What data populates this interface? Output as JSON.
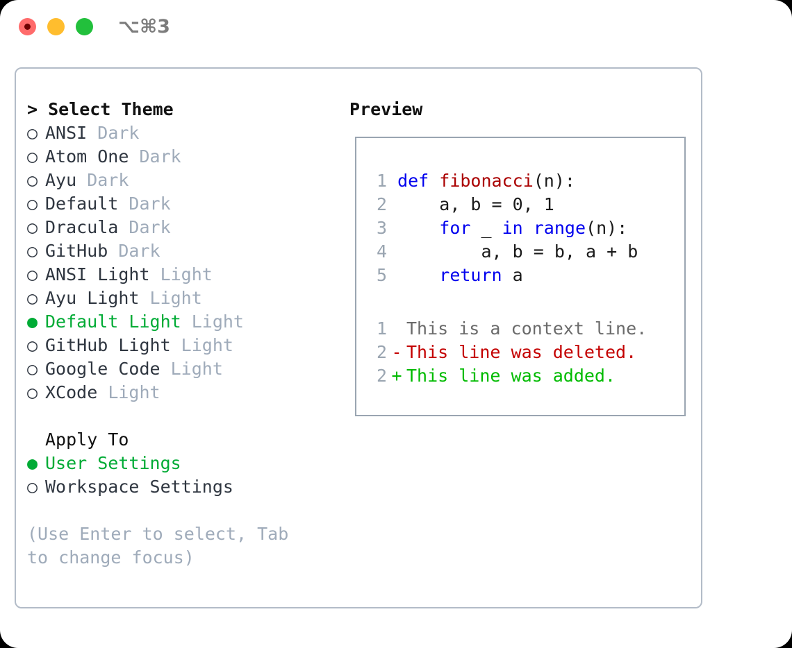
{
  "titlebar": {
    "shortcut": "⌥⌘3",
    "buttons": [
      {
        "name": "close",
        "color": "#ff6b6b"
      },
      {
        "name": "minimize",
        "color": "#ffbd2e"
      },
      {
        "name": "maximize",
        "color": "#22c03c"
      }
    ]
  },
  "theme_picker": {
    "header": "> Select Theme",
    "items": [
      {
        "bullet": "○",
        "name": "ANSI",
        "category": "Dark",
        "selected": false
      },
      {
        "bullet": "○",
        "name": "Atom One",
        "category": "Dark",
        "selected": false
      },
      {
        "bullet": "○",
        "name": "Ayu",
        "category": "Dark",
        "selected": false
      },
      {
        "bullet": "○",
        "name": "Default",
        "category": "Dark",
        "selected": false
      },
      {
        "bullet": "○",
        "name": "Dracula",
        "category": "Dark",
        "selected": false
      },
      {
        "bullet": "○",
        "name": "GitHub",
        "category": "Dark",
        "selected": false
      },
      {
        "bullet": "○",
        "name": "ANSI Light",
        "category": "Light",
        "selected": false
      },
      {
        "bullet": "○",
        "name": "Ayu Light",
        "category": "Light",
        "selected": false
      },
      {
        "bullet": "●",
        "name": "Default Light",
        "category": "Light",
        "selected": true
      },
      {
        "bullet": "○",
        "name": "GitHub Light",
        "category": "Light",
        "selected": false
      },
      {
        "bullet": "○",
        "name": "Google Code",
        "category": "Light",
        "selected": false
      },
      {
        "bullet": "○",
        "name": "XCode",
        "category": "Light",
        "selected": false
      }
    ]
  },
  "apply_to": {
    "header": "Apply To",
    "items": [
      {
        "bullet": "●",
        "name": "User Settings",
        "selected": true
      },
      {
        "bullet": "○",
        "name": "Workspace Settings",
        "selected": false
      }
    ]
  },
  "hint": "(Use Enter to select, Tab to change focus)",
  "preview": {
    "title": "Preview",
    "code_lines": [
      {
        "number": "1",
        "tokens": [
          {
            "text": "def ",
            "style": "kw"
          },
          {
            "text": "fibonacci",
            "style": "fn"
          },
          {
            "text": "(n):",
            "style": "plain"
          }
        ]
      },
      {
        "number": "2",
        "tokens": [
          {
            "text": "    a, b = 0, 1",
            "style": "plain"
          }
        ]
      },
      {
        "number": "3",
        "tokens": [
          {
            "text": "    for ",
            "style": "kw"
          },
          {
            "text": "_ ",
            "style": "plain"
          },
          {
            "text": "in ",
            "style": "kw"
          },
          {
            "text": "range",
            "style": "kw"
          },
          {
            "text": "(n):",
            "style": "plain"
          }
        ]
      },
      {
        "number": "4",
        "tokens": [
          {
            "text": "        a, b = b, a + b",
            "style": "plain"
          }
        ]
      },
      {
        "number": "5",
        "tokens": [
          {
            "text": "    return ",
            "style": "kw"
          },
          {
            "text": "a",
            "style": "plain"
          }
        ]
      }
    ],
    "diff_lines": [
      {
        "number": "1",
        "marker": " ",
        "text": "This is a context line.",
        "kind": "ctx"
      },
      {
        "number": "2",
        "marker": "-",
        "text": "This line was deleted.",
        "kind": "del"
      },
      {
        "number": "2",
        "marker": "+",
        "text": "This line was added.",
        "kind": "add"
      }
    ]
  },
  "colors": {
    "accent_green": "#00ab35",
    "muted": "#9fabba",
    "keyword": "#0000ee",
    "function": "#aa0000",
    "diff_added": "#00bb00",
    "diff_deleted": "#c40000",
    "border": "#b3bcc8"
  }
}
